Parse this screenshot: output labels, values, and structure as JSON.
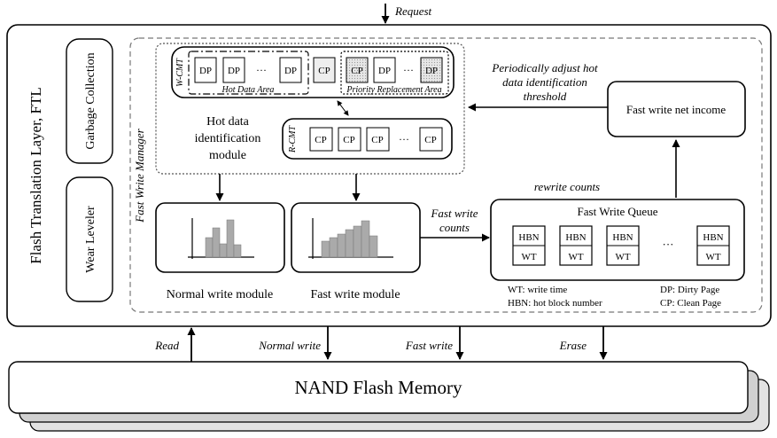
{
  "request": "Request",
  "ftl_title": "Flash Translation Layer, FTL",
  "garbage_collection": "Garbage Collection",
  "wear_leveler": "Wear Leveler",
  "fast_write_manager": "Fast Write Manager",
  "wcmt": {
    "label": "W-CMT",
    "hot_pages": [
      "DP",
      "DP",
      "···",
      "DP"
    ],
    "clean_page": "CP",
    "priority_pages": [
      "CP",
      "DP",
      "···",
      "DP"
    ],
    "hot_area": "Hot Data Area",
    "priority_area": "Priority Replacement Area"
  },
  "rcmt": {
    "label": "R-CMT",
    "pages": [
      "CP",
      "CP",
      "CP",
      "···",
      "CP"
    ]
  },
  "hot_module": [
    "Hot data",
    "identification",
    "module"
  ],
  "periodic_note": [
    "Periodically adjust hot",
    "data identification",
    "threshold"
  ],
  "net_income": "Fast write net income",
  "rewrite_counts": "rewrite counts",
  "fast_write_counts": [
    "Fast write",
    "counts"
  ],
  "queue": {
    "title": "Fast Write Queue",
    "items": [
      {
        "top": "HBN",
        "bottom": "WT"
      },
      {
        "top": "HBN",
        "bottom": "WT"
      },
      {
        "top": "HBN",
        "bottom": "WT"
      }
    ],
    "ellipsis": "···",
    "last": {
      "top": "HBN",
      "bottom": "WT"
    }
  },
  "normal_module": "Normal write module",
  "fast_module": "Fast write module",
  "legend": {
    "wt": "WT: write time",
    "hbn": "HBN: hot block number",
    "dp": "DP: Dirty Page",
    "cp": "CP: Clean Page"
  },
  "ops": {
    "read": "Read",
    "normal_write": "Normal write",
    "fast_write": "Fast write",
    "erase": "Erase"
  },
  "nand": "NAND Flash Memory"
}
